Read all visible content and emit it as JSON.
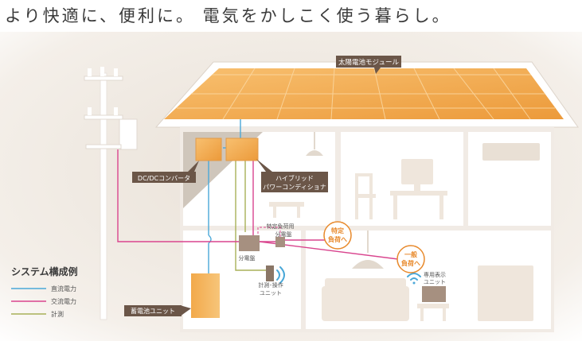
{
  "headline": "より快適に、便利に。 電気をかしこく使う暮らし。",
  "colors": {
    "dc_power": "#4aa8d8",
    "ac_power": "#d9458e",
    "measurement": "#a8b058",
    "accent": "#e8892b",
    "label_bg": "#6b5648",
    "house_wall": "#ffffff",
    "background": "#eee7df"
  },
  "labels": {
    "solar_module": "太陽電池モジュール",
    "dcdc_converter": "DC/DCコンバータ",
    "hybrid_pcs_line1": "ハイブリッド",
    "hybrid_pcs_line2": "パワーコンディショナ",
    "specific_load_board_line1": "特定負荷用",
    "specific_load_board_line2": "分電盤",
    "distribution_board": "分電盤",
    "specific_load_line1": "特定",
    "specific_load_line2": "負荷へ",
    "general_load_line1": "一般",
    "general_load_line2": "負荷へ",
    "meter_unit_line1": "計測･操作",
    "meter_unit_line2": "ユニット",
    "display_unit_line1": "専用表示",
    "display_unit_line2": "ユニット",
    "storage_unit": "蓄電池ユニット"
  },
  "legend": {
    "title": "システム構成例",
    "items": [
      {
        "label": "直流電力",
        "color": "#4aa8d8"
      },
      {
        "label": "交流電力",
        "color": "#d9458e"
      },
      {
        "label": "計測",
        "color": "#a8b058"
      }
    ]
  }
}
